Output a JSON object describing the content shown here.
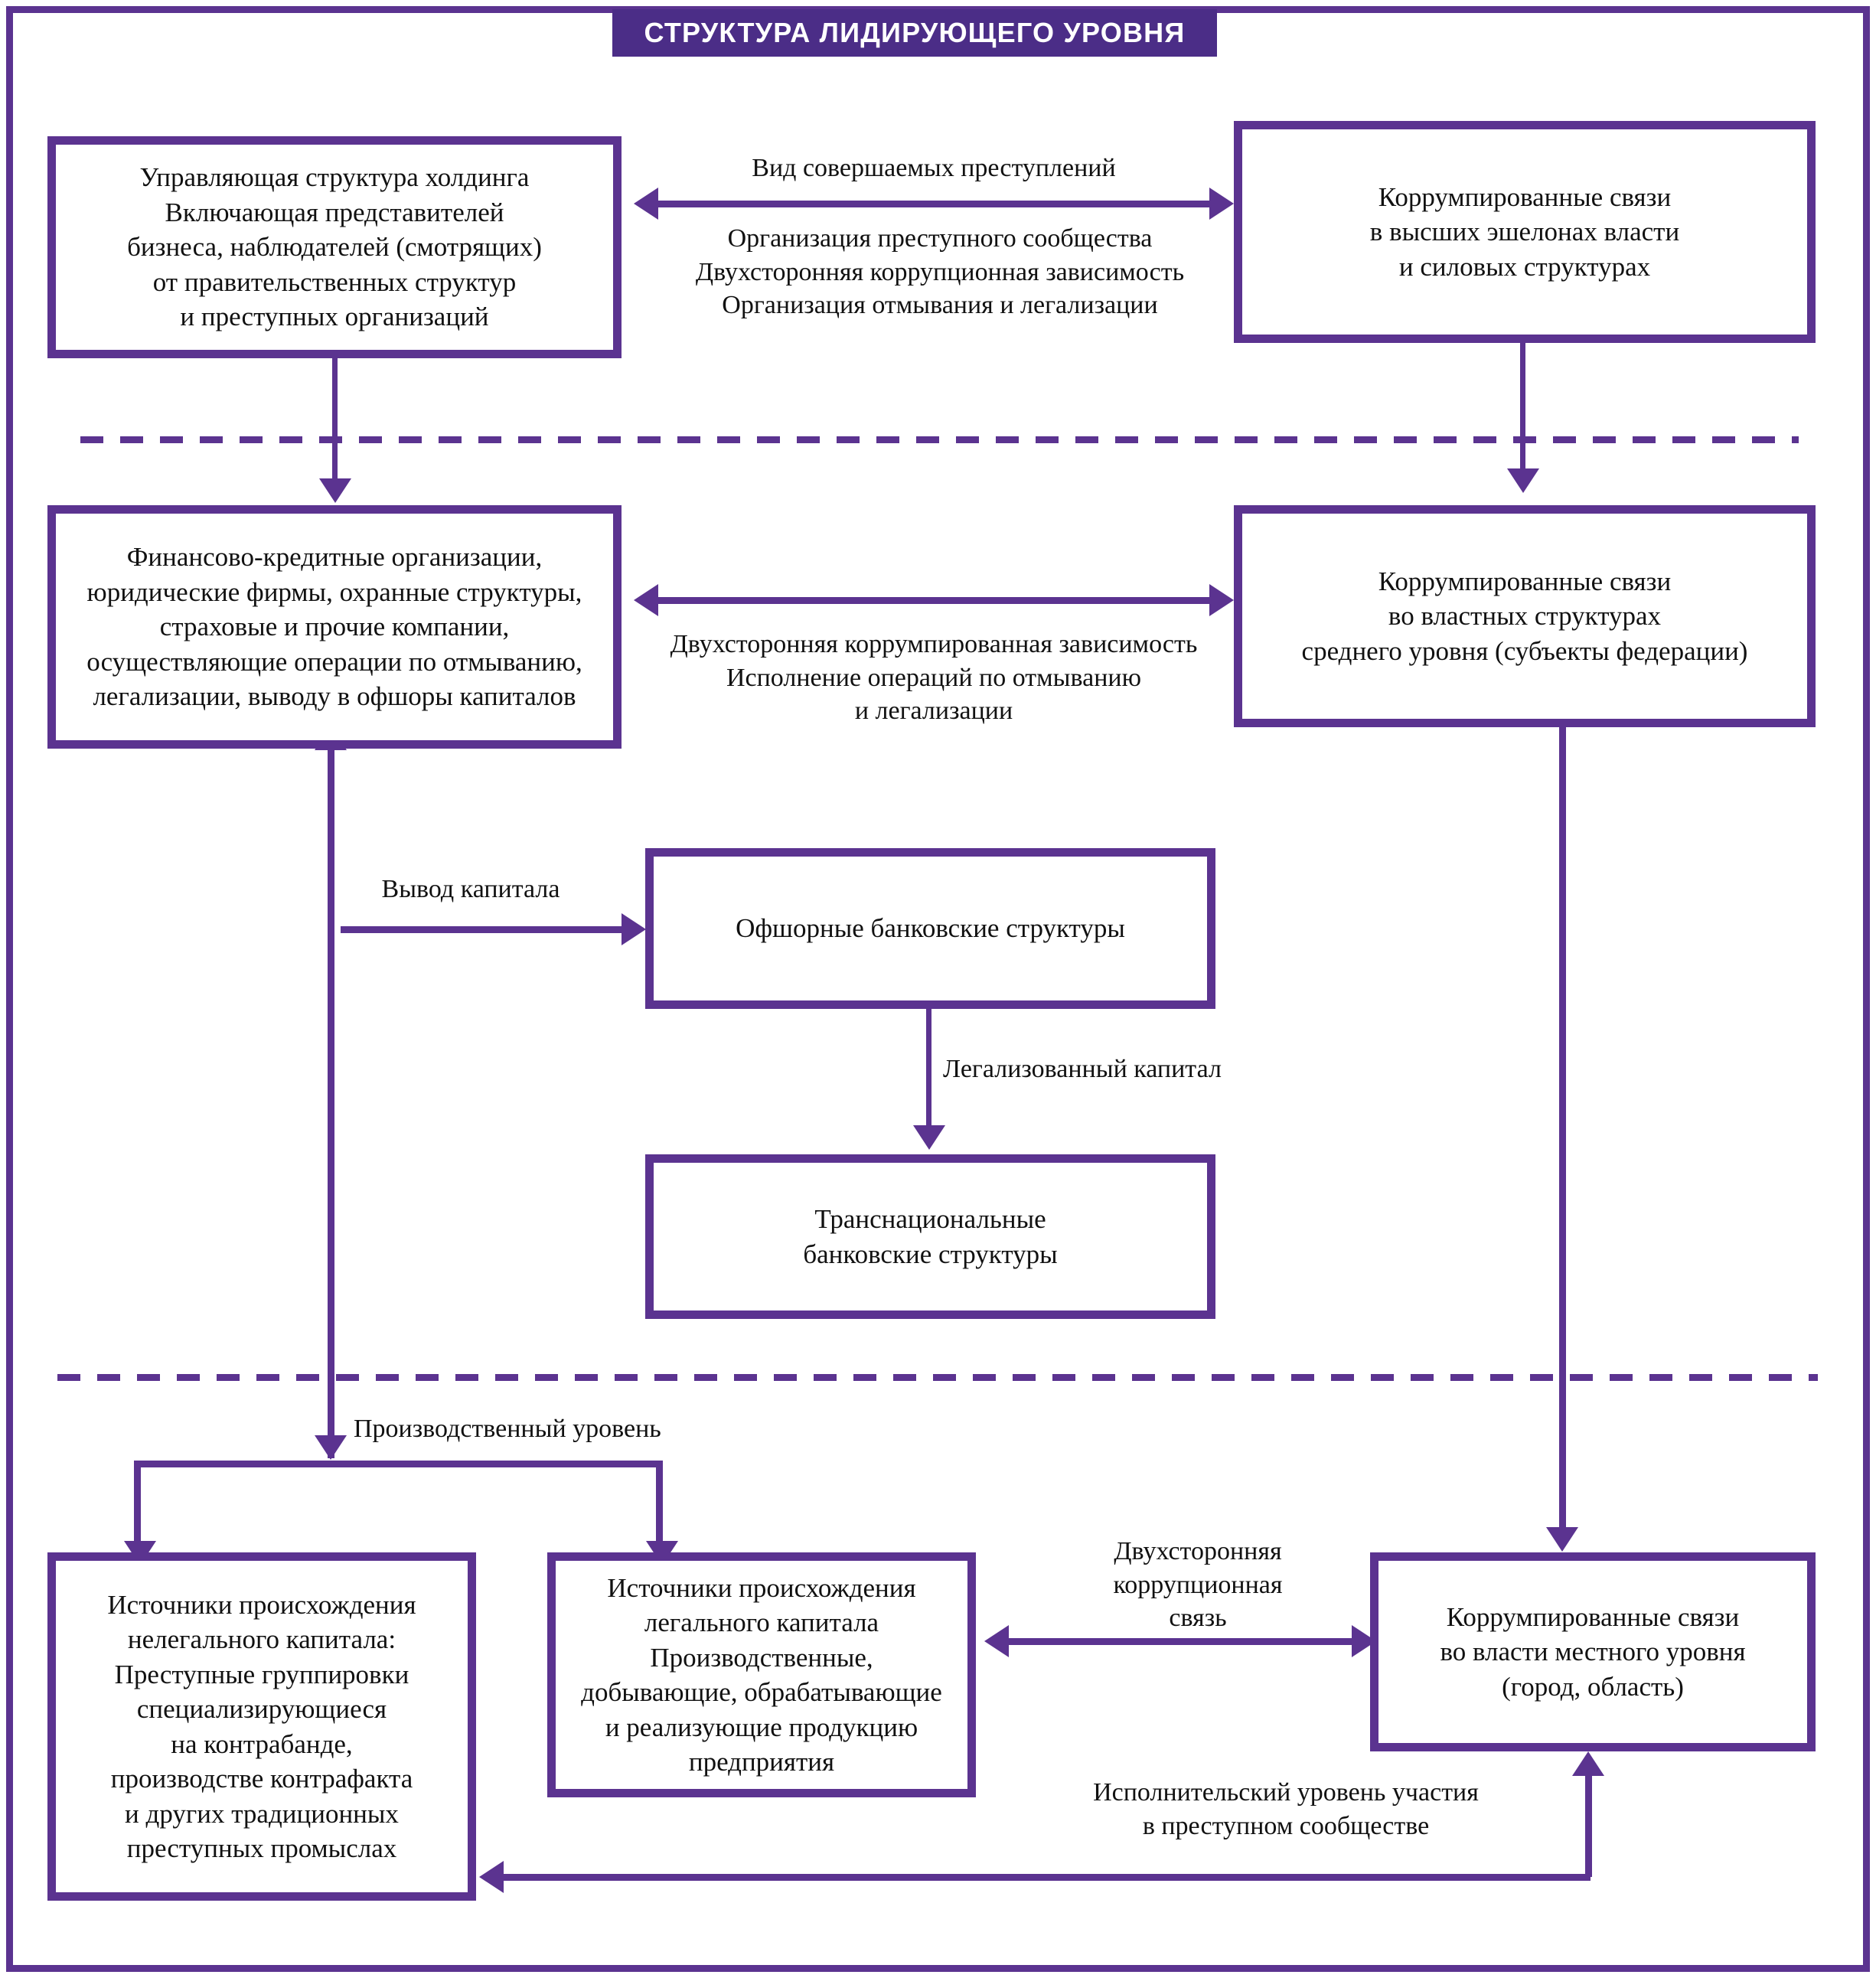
{
  "title": "СТРУКТУРА ЛИДИРУЮЩЕГО УРОВНЯ",
  "colors": {
    "accent": "#4b2d87",
    "line": "#5b3390",
    "background": "#ffffff",
    "text": "#111111",
    "title_text": "#ffffff"
  },
  "boxes": {
    "holding": "Управляющая структура  холдинга\nВключающая представителей\nбизнеса, наблюдателей (смотрящих)\nот правительственных структур\nи  преступных  организаций",
    "top_power": "Коррумпированные связи\nв высших эшелонах  власти\nи  силовых  структурах",
    "finance": "Финансово-кредитные  организации,\nюридические  фирмы, охранные  структуры,\nстраховые и прочие  компании,\nосуществляющие операции по  отмыванию,\nлегализации, выводу  в  офшоры  капиталов",
    "mid_power": "Коррумпированные  связи\nво властных  структурах\nсреднего  уровня (субъекты  федерации)",
    "offshore": "Офшорные банковские структуры",
    "transnational": "Транснациональные\nбанковские структуры",
    "illegal_sources": "Источники происхождения\nнелегального  капитала:\nПреступные  группировки\nспециализирующиеся\nна  контрабанде,\nпроизводстве контрафакта\nи других  традиционных\nпреступных  промыслах",
    "legal_sources": "Источники происхождения\nлегального  капитала\nПроизводственные,\nдобывающие, обрабатывающие\nи реализующие продукцию\nпредприятия",
    "local_power": "Коррумпированные  связи\nво власти  местного  уровня\n(город, область)"
  },
  "labels": {
    "crime_type": "Вид совершаемых  преступлений",
    "crime_list": "Организация  преступного сообщества\nДвухсторонняя  коррупционная  зависимость\nОрганизация  отмывания  и легализации",
    "mid_link": "Двухсторонняя коррумпированная зависимость\nИсполнение операций по отмыванию\nи легализации",
    "capital_outflow": "Вывод капитала",
    "legalized_capital": "Легализованный капитал",
    "production_level": "Производственный уровень",
    "bilateral_corruption": "Двухсторонняя\nкоррупционная\nсвязь",
    "executive_level": "Исполнительский уровень участия\nв преступном сообществе"
  }
}
